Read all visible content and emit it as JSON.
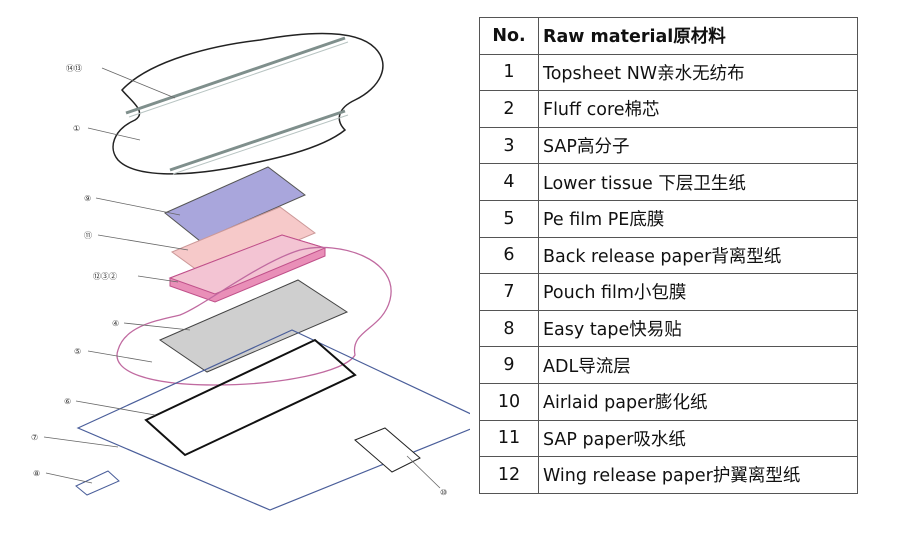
{
  "table": {
    "headers": [
      "No.",
      "Raw material原材料"
    ],
    "rows": [
      {
        "no": "1",
        "material": "Topsheet NW亲水无纺布"
      },
      {
        "no": "2",
        "material": "Fluff core棉芯"
      },
      {
        "no": "3",
        "material": "SAP高分子"
      },
      {
        "no": "4",
        "material": "Lower tissue 下层卫生纸"
      },
      {
        "no": "5",
        "material": "Pe film PE底膜"
      },
      {
        "no": "6",
        "material": "Back release paper背离型纸"
      },
      {
        "no": "7",
        "material": "Pouch film小包膜"
      },
      {
        "no": "8",
        "material": "Easy tape快易贴"
      },
      {
        "no": "9",
        "material": "ADL导流层"
      },
      {
        "no": "10",
        "material": "Airlaid paper膨化纸"
      },
      {
        "no": "11",
        "material": "SAP paper吸水纸"
      },
      {
        "no": "12",
        "material": "Wing release paper护翼离型纸"
      }
    ]
  },
  "diagram": {
    "callouts": [
      "⑭⑬",
      "①",
      "⑨",
      "⑪",
      "⑫③②",
      "④",
      "⑤",
      "⑥",
      "⑦",
      "⑧",
      "⑩"
    ],
    "colors": {
      "adl": "#a9a6dc",
      "sap_paper": "#f6c9c9",
      "core_pink": "#e98fb8",
      "core_top": "#f3c4d3",
      "tissue": "#cfcfcf",
      "pe_film": "#c06aa0",
      "pouch": "#4a5e9a",
      "outline": "#222222"
    }
  }
}
